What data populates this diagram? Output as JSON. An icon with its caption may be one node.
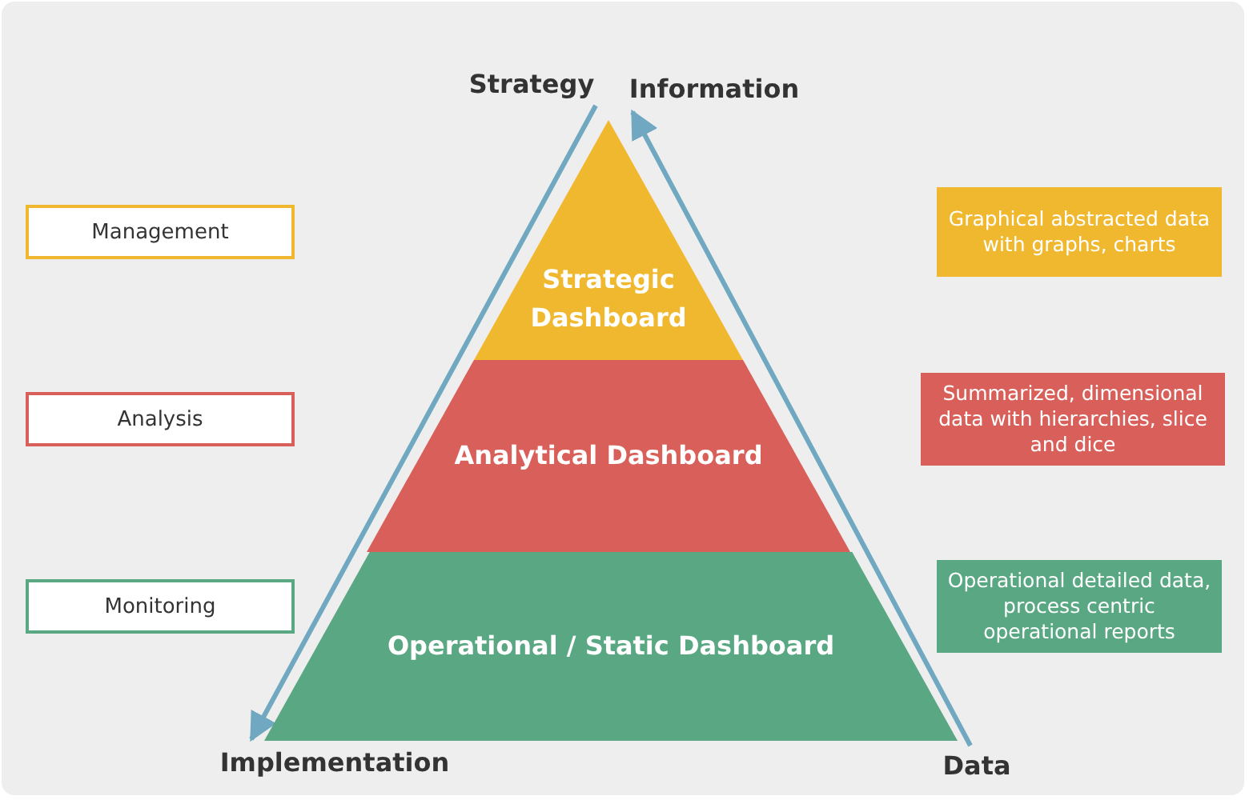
{
  "diagram": {
    "nodes": [
      {
        "text": [
          "Strategy"
        ]
      },
      {
        "text": [
          "Information"
        ]
      },
      {
        "text": [
          "Management"
        ]
      },
      {
        "text": [
          "Strategic Dashboard"
        ]
      },
      {
        "text": [
          "Graphical abstracted data with graphs, charts"
        ]
      },
      {
        "text": [
          "Analysis"
        ]
      },
      {
        "text": [
          "Analytical Dashboard"
        ]
      },
      {
        "text": [
          "Summarized, dimensional data with hierarchies, slice and dice"
        ]
      },
      {
        "text": [
          "Monitoring"
        ]
      },
      {
        "text": [
          "Operational / Static Dashboard"
        ]
      },
      {
        "text": [
          "Operational detailed data, process centric operational reports"
        ]
      },
      {
        "text": [
          "Implementation"
        ]
      },
      {
        "text": [
          "Data"
        ]
      }
    ],
    "edges": [
      {
        "from": 0,
        "to": 11,
        "arrow": "to"
      },
      {
        "from": 12,
        "to": 1,
        "arrow": "to"
      }
    ]
  }
}
